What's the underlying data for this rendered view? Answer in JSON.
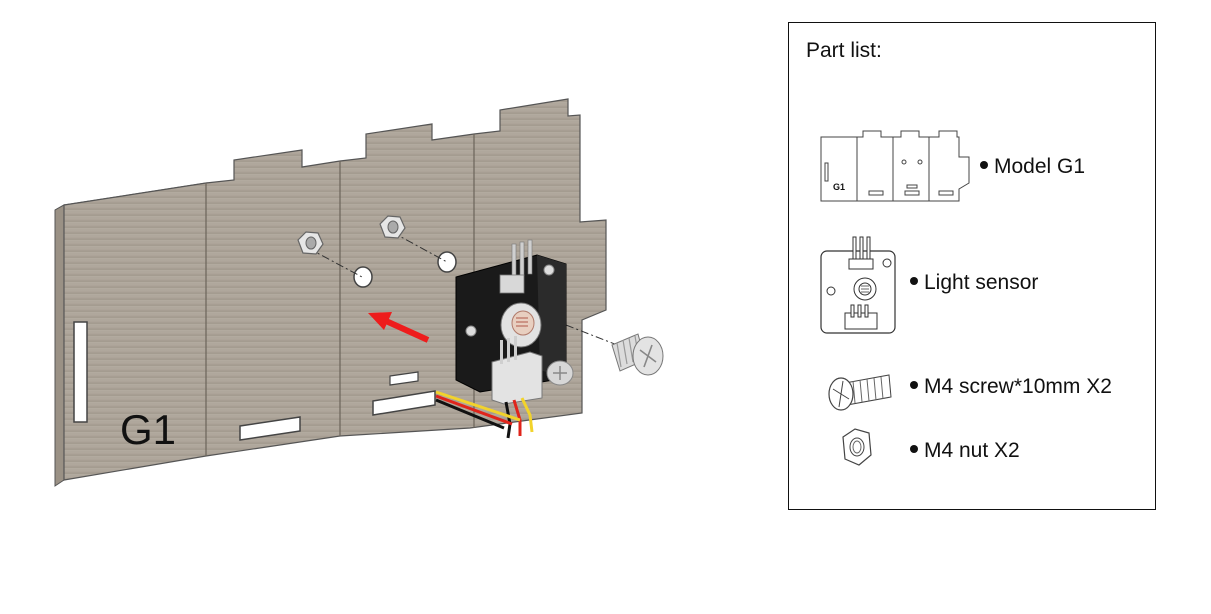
{
  "diagram": {
    "board_label": "G1",
    "arrow_color": "#ee1c1c",
    "board_color": "#aaa195",
    "wire_colors": [
      "#f2d32b",
      "#e0241b",
      "#111111"
    ]
  },
  "parts_list": {
    "title": "Part list:",
    "model_thumb_label": "G1",
    "items": [
      {
        "label": "Model G1",
        "icon": "model-g1-icon"
      },
      {
        "label": "Light sensor",
        "icon": "light-sensor-icon"
      },
      {
        "label": "M4 screw*10mm X2",
        "icon": "m4-screw-icon"
      },
      {
        "label": "M4 nut X2",
        "icon": "m4-nut-icon"
      }
    ]
  }
}
